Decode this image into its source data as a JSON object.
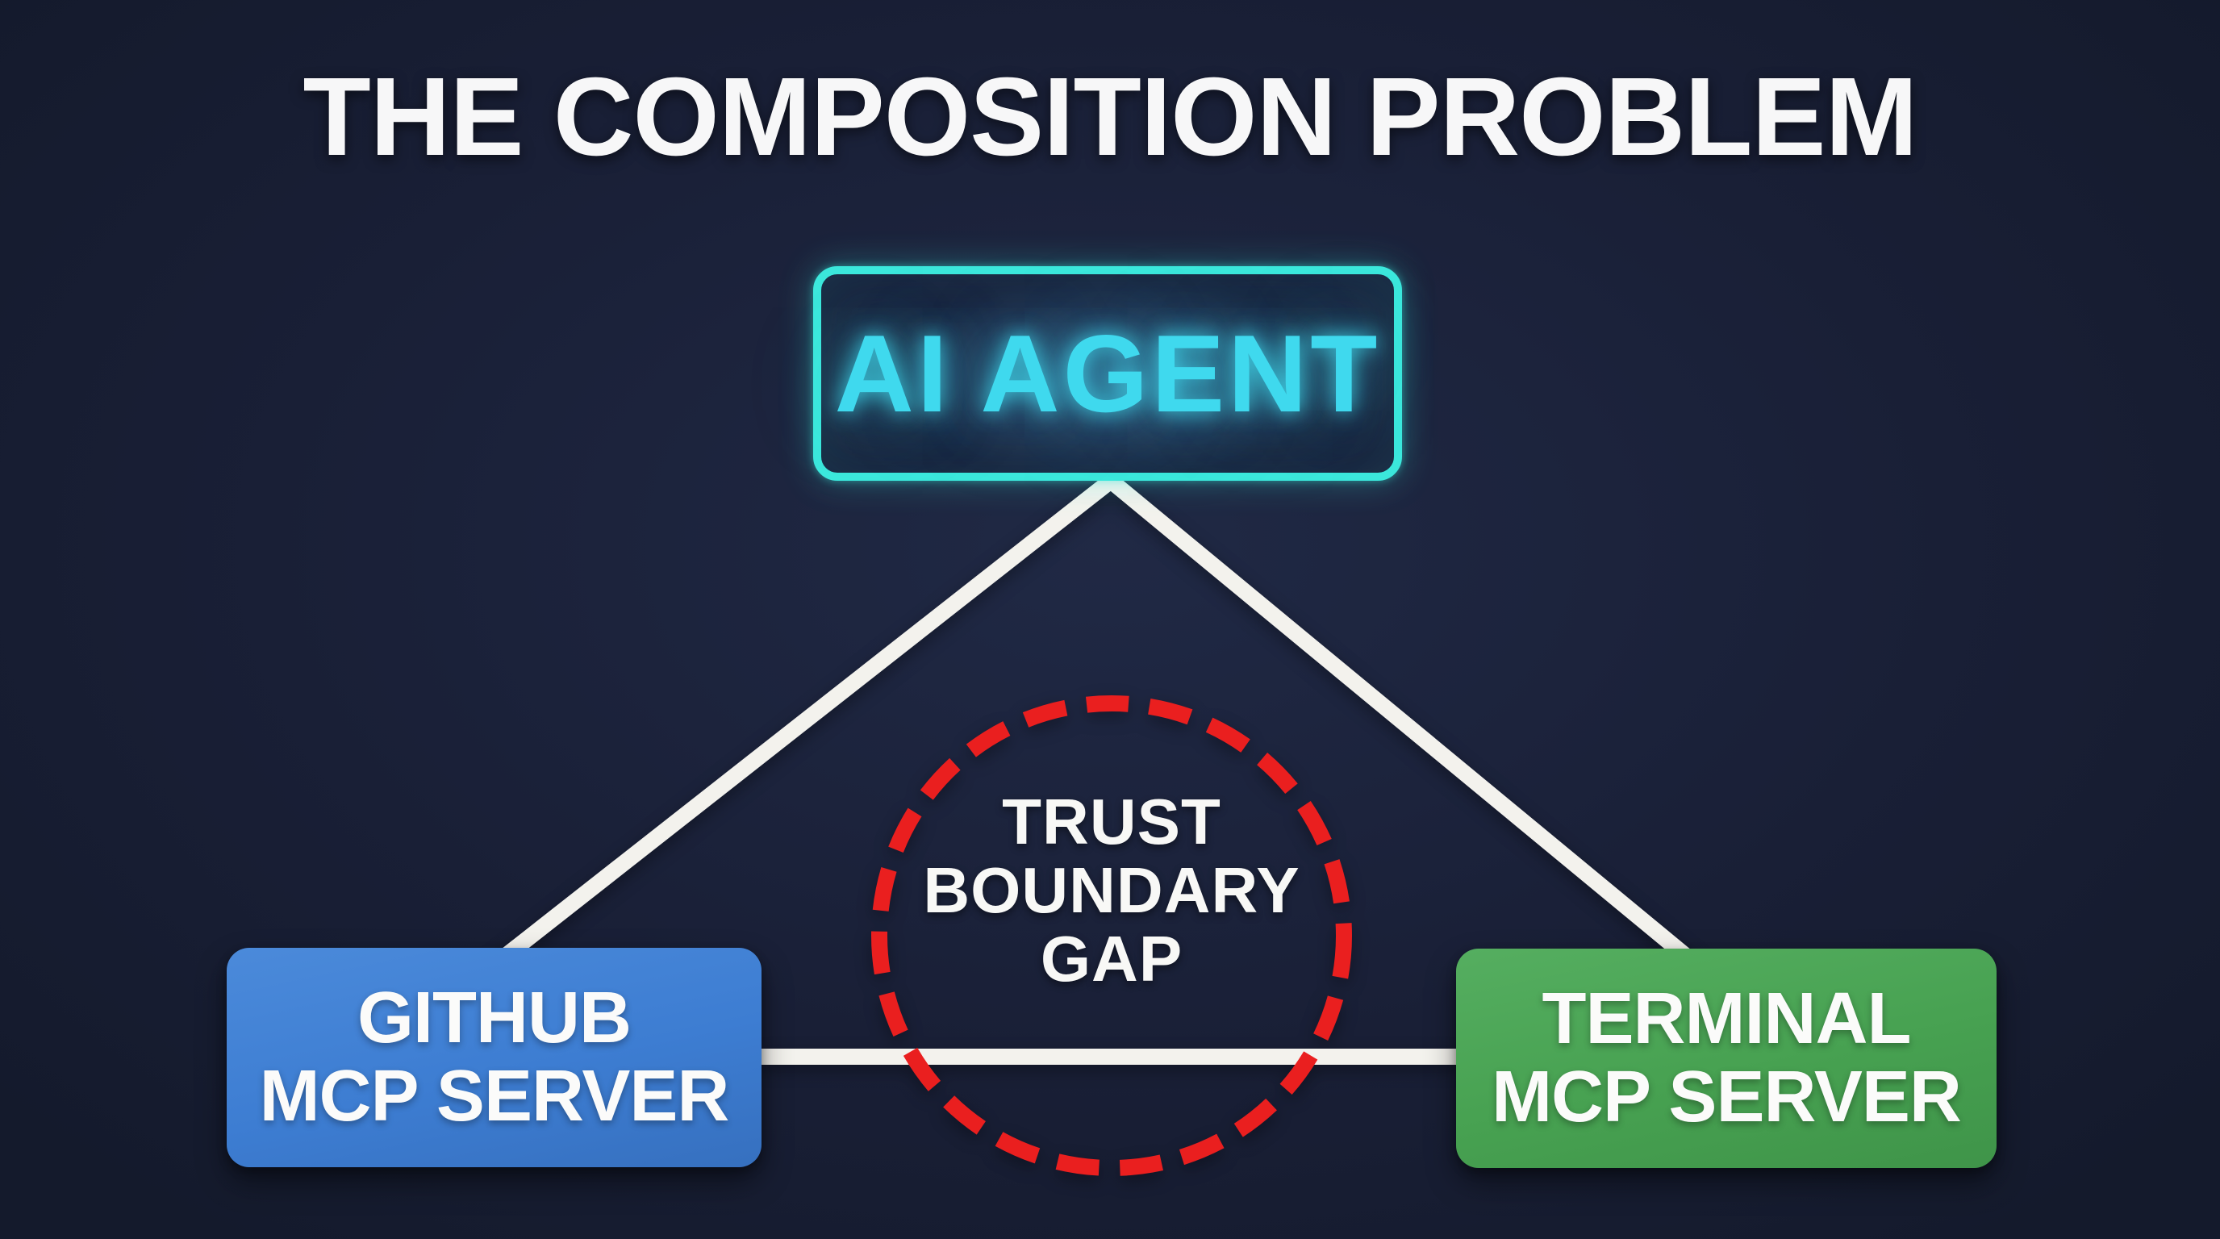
{
  "title": {
    "text": "THE COMPOSITION PROBLEM"
  },
  "nodes": {
    "agent": {
      "label": "AI AGENT"
    },
    "github": {
      "lines": [
        "GITHUB",
        "MCP SERVER"
      ]
    },
    "terminal": {
      "lines": [
        "TERMINAL",
        "MCP SERVER"
      ]
    }
  },
  "gap": {
    "lines": [
      "TRUST",
      "BOUNDARY",
      "GAP"
    ]
  },
  "colors": {
    "background": "#191f36",
    "line": "#f3f2ed",
    "red": "#ea1f1f",
    "cyan": "#3ce8dc",
    "cyan-text": "#3fd9ee",
    "blue": "#3d7dd2",
    "blue-light": "#4b8ada",
    "green": "#47a151",
    "green-light": "#55ae60",
    "text-white": "#fbfbfa"
  }
}
